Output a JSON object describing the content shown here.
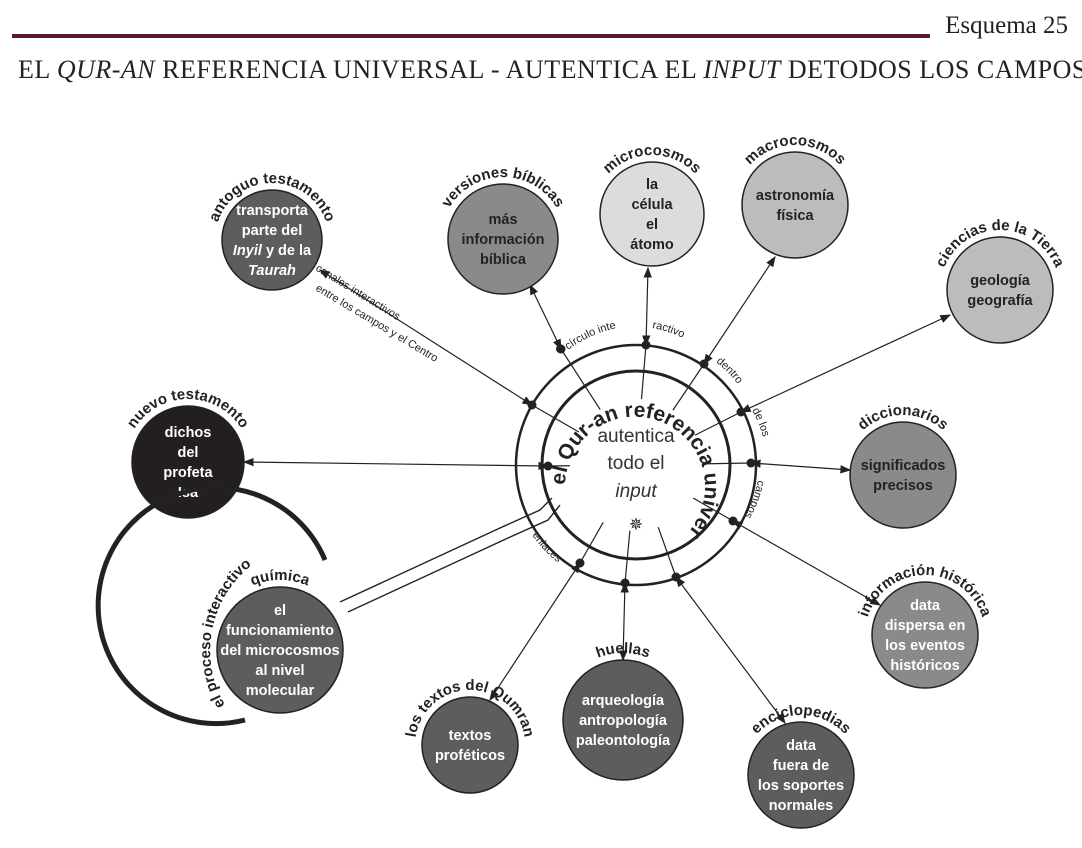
{
  "header": {
    "scheme": "Esquema 25",
    "title_1": "EL ",
    "title_2": "QUR-AN",
    "title_3": " REFERENCIA UNIVERSAL - AUTENTICA EL ",
    "title_4": "INPUT",
    "title_5": " DETODOS LOS CAMPOS"
  },
  "center": {
    "ring": "el Qur-an referencia universal",
    "line1": "autentica",
    "line2": "todo el",
    "line3": "input"
  },
  "ring_labels": [
    "círculo inte",
    "ractivo",
    "dentro",
    "de los",
    "campos",
    "enlaces"
  ],
  "channel_labels": [
    "canales interactivos",
    "entre los campos y el Centro"
  ],
  "process_label": "el proceso interactivo",
  "colors": {
    "dark": "#231f20",
    "mid": "#5d5d5f",
    "grey": "#8a8a8c",
    "light": "#bcbcbe",
    "pale": "#dcdcdc",
    "accent": "#5a1a2c"
  },
  "nodes": [
    {
      "id": "antiguo",
      "title": "antoguo testamento",
      "lines": [
        "transporta",
        "parte del",
        "Inyil y de la",
        "Taurah"
      ]
    },
    {
      "id": "versiones",
      "title": "versiones bíblicas",
      "lines": [
        "más",
        "información",
        "bíblica"
      ]
    },
    {
      "id": "microcosmos",
      "title": "microcosmos",
      "lines": [
        "la",
        "célula",
        "el",
        "átomo"
      ]
    },
    {
      "id": "macrocosmos",
      "title": "macrocosmos",
      "lines": [
        "astronomía",
        "física"
      ]
    },
    {
      "id": "ciencias",
      "title": "ciencias de la Tierra",
      "lines": [
        "geología",
        "geografía"
      ]
    },
    {
      "id": "diccionarios",
      "title": "diccionarios",
      "lines": [
        "significados",
        "precisos"
      ]
    },
    {
      "id": "informacion",
      "title": "información histórica",
      "lines": [
        "data",
        "dispersa en",
        "los eventos",
        "históricos"
      ]
    },
    {
      "id": "enciclopedias",
      "title": "enciclopedias",
      "lines": [
        "data",
        "fuera de",
        "los soportes",
        "normales"
      ]
    },
    {
      "id": "huellas",
      "title": "huellas",
      "lines": [
        "arqueología",
        "antropología",
        "paleontología"
      ]
    },
    {
      "id": "qumran",
      "title": "los textos del Qumran",
      "lines": [
        "textos",
        "proféticos"
      ]
    },
    {
      "id": "quimica",
      "title": "química",
      "lines": [
        "el",
        "funcionamiento",
        "del microcosmos",
        "al nivel",
        "molecular"
      ]
    },
    {
      "id": "nuevo",
      "title": "nuevo testamento",
      "lines": [
        "dichos",
        "del",
        "profeta",
        "Isa"
      ]
    }
  ]
}
